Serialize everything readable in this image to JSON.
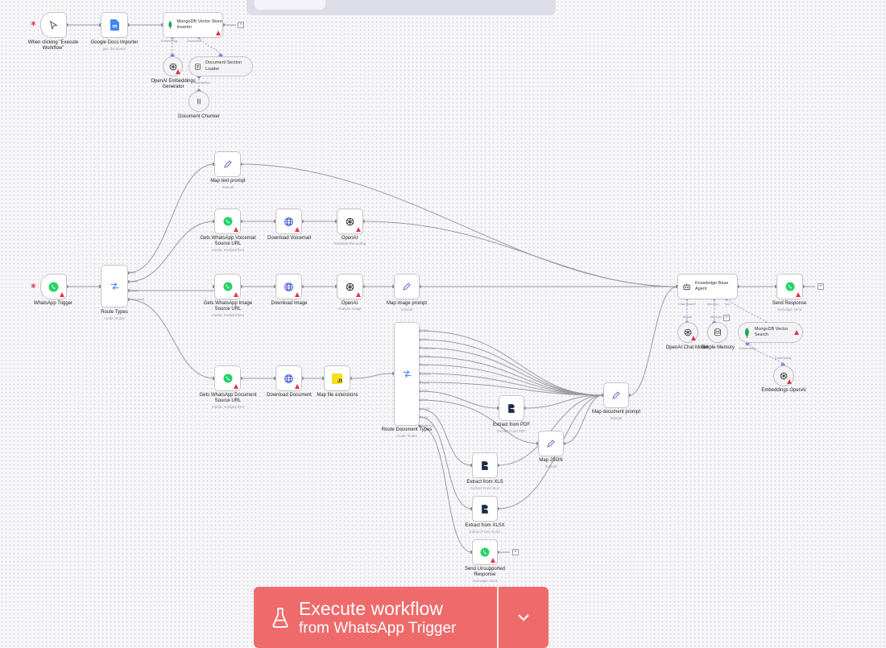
{
  "colors": {
    "accent": "#ef6a6a",
    "edge": "#9a9aa5",
    "subEdge": "#8b83c9",
    "warn": "#e0364b",
    "whatsapp": "#25d366",
    "docs": "#4285f4",
    "mongo": "#13aa52",
    "js": "#f7df1e"
  },
  "ingest": {
    "manual_trigger": {
      "title": "When clicking \"Execute Workflow\""
    },
    "docs_importer": {
      "title": "Google Docs Importer",
      "subtitle": "get: document"
    },
    "vector_inserter": {
      "title": "MongoDB Vector Store Inserter"
    },
    "embeddings_gen": {
      "title": "OpenAI Embeddings Generator"
    },
    "doc_loader": {
      "title": "Document Section Loader"
    },
    "doc_chunker": {
      "title": "Document Chunker"
    },
    "port_embedding": "Embedding",
    "port_document": "Document",
    "port_text_splitter": "Text Splitter"
  },
  "flow": {
    "whatsapp_trigger": {
      "title": "WhatsApp Trigger"
    },
    "route_types": {
      "title": "Route Types",
      "subtitle": "mode: Rules",
      "outputs": [
        "Text",
        "Audio",
        "Image",
        "Document"
      ]
    },
    "map_text": {
      "title": "Map text prompt",
      "subtitle": "manual"
    },
    "voicemail_url": {
      "title": "Gets WhatsApp Voicemail Source URL",
      "subtitle": "media: mediaUrlGet"
    },
    "download_voicemail": {
      "title": "Download Voicemail"
    },
    "openai_transcribe": {
      "title": "OpenAI",
      "subtitle": "Translate Recording"
    },
    "image_url": {
      "title": "Gets WhatsApp Image Source URL",
      "subtitle": "media: mediaUrlGet"
    },
    "download_image": {
      "title": "Download Image"
    },
    "openai_analyze": {
      "title": "OpenAI",
      "subtitle": "Analyze image"
    },
    "map_image": {
      "title": "Map image prompt",
      "subtitle": "manual"
    },
    "document_url": {
      "title": "Gets WhatsApp Document Source URL",
      "subtitle": "media: mediaUrlGet"
    },
    "download_document": {
      "title": "Download Document"
    },
    "map_extensions": {
      "title": "Map file extensions"
    },
    "route_doc_types": {
      "title": "Route Document Types",
      "subtitle": "mode: Rules",
      "outputs": [
        "PDF",
        "CSV",
        "Calendar",
        "HTML",
        "XLS",
        "JSON",
        "ODS",
        "RTF",
        "TXT",
        "XLSX",
        "XML",
        "Fallback"
      ]
    },
    "extract_pdf": {
      "title": "Extract from PDF",
      "subtitle": "Extract From PDF"
    },
    "map_json": {
      "title": "Map JSON",
      "subtitle": "manual"
    },
    "extract_xls": {
      "title": "Extract from XLS",
      "subtitle": "Extract From XLS"
    },
    "extract_xlsx": {
      "title": "Extract from XLSX",
      "subtitle": "Extract From XLSX"
    },
    "send_unsupported": {
      "title": "Send Unsupported Response",
      "subtitle": "message: send"
    },
    "map_document": {
      "title": "Map document prompt",
      "subtitle": "manual"
    },
    "kb_agent": {
      "title": "Knowledge Base Agent"
    },
    "send_response": {
      "title": "Send Response",
      "subtitle": "message: send"
    },
    "chat_model": {
      "title": "OpenAI Chat Model"
    },
    "memory": {
      "title": "Simple Memory"
    },
    "vector_search": {
      "title": "MongoDB Vector Search"
    },
    "embeddings_openai": {
      "title": "Embeddings OpenAI"
    },
    "port_chat_model": "Chat Model*",
    "port_model": "Model",
    "port_memory": "Memory",
    "port_tool": "Tool",
    "port_embedding": "Embedding"
  },
  "execute": {
    "line1": "Execute workflow",
    "line2": "from WhatsApp Trigger"
  },
  "icons": {
    "cursor": "cursor-icon",
    "docs": "google-docs-icon",
    "mongo": "mongodb-leaf-icon",
    "openai": "openai-icon",
    "loader": "document-loader-icon",
    "chunker": "splitter-icon",
    "whatsapp": "whatsapp-icon",
    "switch": "switch-route-icon",
    "pencil": "edit-pencil-icon",
    "globe": "http-globe-icon",
    "js": "javascript-icon",
    "extract": "extract-file-icon",
    "bot": "robot-agent-icon",
    "db": "database-memory-icon",
    "flask": "flask-icon",
    "chevron": "chevron-down-icon"
  }
}
